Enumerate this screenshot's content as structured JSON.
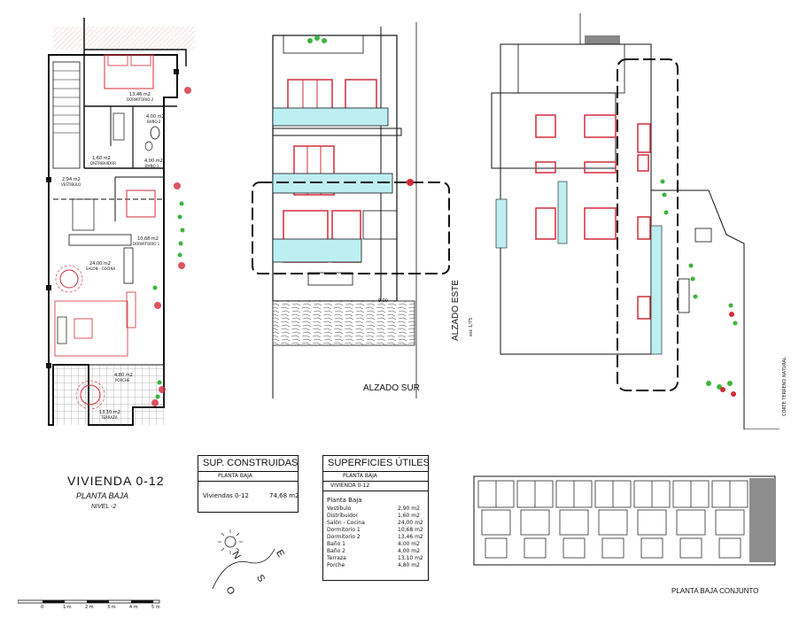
{
  "plan_labels": {
    "dormitorio2": {
      "area": "13,46 m2",
      "name": "DORMITORIO 2"
    },
    "bano2": {
      "area": "4,00 m2",
      "name": "BAÑO 2"
    },
    "distribuidor": {
      "area": "1,60 m2",
      "name": "DISTRIBUIDOR"
    },
    "bano1": {
      "area": "4,00 m2",
      "name": "BAÑO 1"
    },
    "vestibulo": {
      "area": "2,94 m2",
      "name": "VESTIBULO"
    },
    "dormitorio1": {
      "area": "10,68 m2",
      "name": "DORMITORIO 1"
    },
    "salon": {
      "area": "24,00 m2",
      "name": "SALON - COCINA"
    },
    "porche": {
      "area": "4,80 m2",
      "name": "PORCHE"
    },
    "terraza": {
      "area": "13,10 m2",
      "name": "TERRAZA"
    }
  },
  "alzado_sur": {
    "title": "ALZADO SUR",
    "level": "-9,00"
  },
  "alzado_este": {
    "title": "ALZADO ESTE",
    "scale": "esc 1/75"
  },
  "section_label": "CORTE TERRENO NATURAL",
  "vivienda": {
    "title": "VIVIENDA 0-12",
    "subtitle": "PLANTA BAJA",
    "level": "NIVEL -2"
  },
  "sup_construidas": {
    "title": "SUP. CONSTRUIDAS",
    "floor": "PLANTA BAJA",
    "row_label": "Viviendas 0-12",
    "row_value": "74,68 m2"
  },
  "superficies_utiles": {
    "title": "SUPERFICIES ÚTILES",
    "floor": "PLANTA BAJA",
    "unit": "VIVIENDA 0-12",
    "section": "Planta Baja",
    "rows": [
      {
        "label": "Vestíbulo",
        "value": "2,90 m2"
      },
      {
        "label": "Distribuidor",
        "value": "1,60 m2"
      },
      {
        "label": "Salón - Cocina",
        "value": "24,00 m2"
      },
      {
        "label": "Dormitorio 1",
        "value": "10,68 m2"
      },
      {
        "label": "Dormitorio 2",
        "value": "13,46 m2"
      },
      {
        "label": "Baño 1",
        "value": "4,00 m2"
      },
      {
        "label": "Baño 2",
        "value": "4,00 m2"
      },
      {
        "label": "Terraza",
        "value": "13,10 m2"
      },
      {
        "label": "Porche",
        "value": "4,80 m2"
      }
    ]
  },
  "scale_bar": {
    "ticks": [
      "0",
      "1 m",
      "2 m",
      "3 m",
      "4 m",
      "5 m"
    ]
  },
  "compass": {
    "letters": [
      "N",
      "S",
      "E",
      "O"
    ]
  },
  "conjunto": {
    "title": "PLANTA BAJA CONJUNTO"
  },
  "colors": {
    "line": "#111111",
    "accent": "#d42b3a",
    "glass": "#2bb6c4",
    "plant": "#3cb43c",
    "hatch": "#c0504d"
  }
}
